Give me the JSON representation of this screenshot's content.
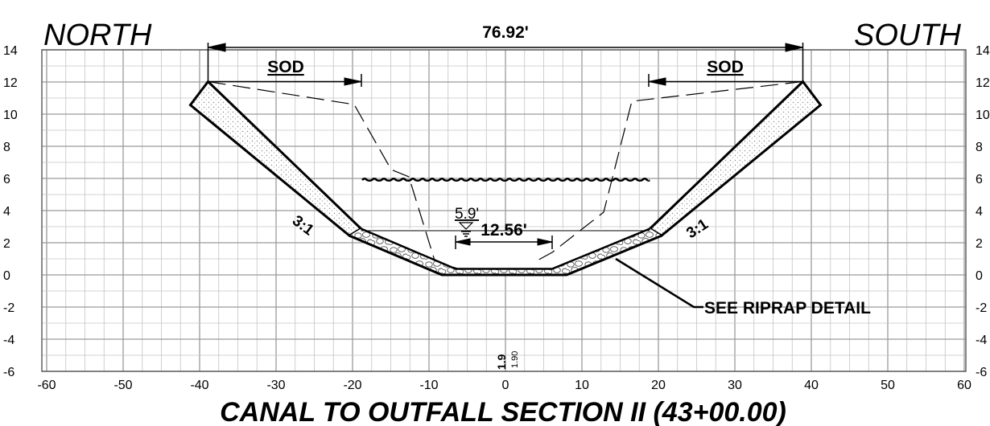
{
  "labels": {
    "north": "NORTH",
    "south": "SOUTH",
    "top_width": "76.92'",
    "sod_left": "SOD",
    "sod_right": "SOD",
    "water_elev": "5.9'",
    "bottom_width": "12.56'",
    "slope_left": "3:1",
    "slope_right": "3:1",
    "riprap_note": "SEE RIPRAP DETAIL",
    "center_elev": "1.9",
    "center_elev_fine": "1.90",
    "title": "CANAL TO OUTFALL SECTION II (43+00.00)"
  },
  "axes": {
    "x_ticks": [
      "-60",
      "-50",
      "-40",
      "-30",
      "-20",
      "-10",
      "0",
      "10",
      "20",
      "30",
      "40",
      "50",
      "60"
    ],
    "y_ticks_left": [
      "14",
      "12",
      "10",
      "8",
      "6",
      "4",
      "2",
      "0",
      "-2",
      "-4",
      "-6"
    ],
    "y_ticks_right": [
      "14",
      "12",
      "10",
      "8",
      "6",
      "4",
      "2",
      "0",
      "-2",
      "-4",
      "-6"
    ]
  },
  "section": {
    "top_width_ft": 76.92,
    "bottom_width_ft": 12.56,
    "water_surface_elev_ft": 5.9,
    "side_slope": "3:1",
    "invert_elev_ft": 1.9
  }
}
